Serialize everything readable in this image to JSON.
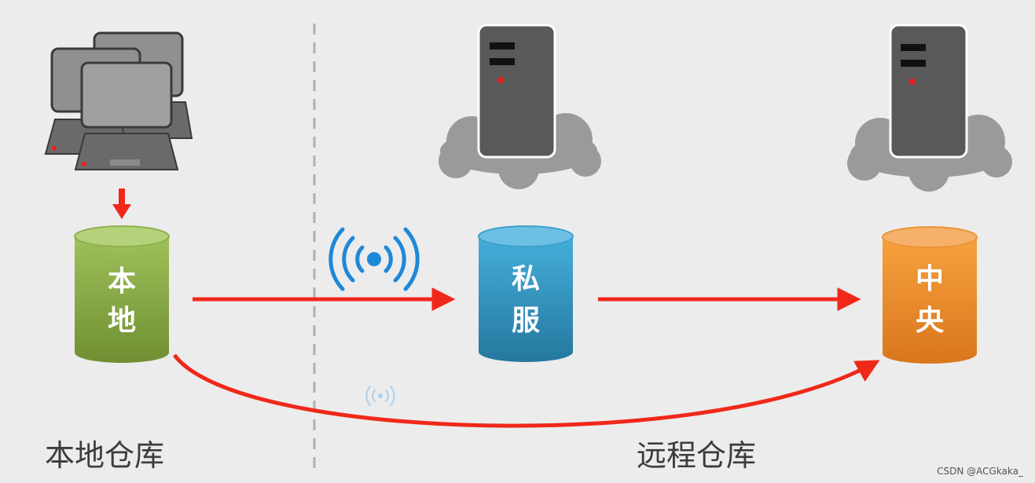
{
  "nodes": {
    "local": {
      "char1": "本",
      "char2": "地",
      "color": "#7fa63c"
    },
    "private": {
      "char1": "私",
      "char2": "服",
      "color": "#2f93be"
    },
    "central": {
      "char1": "中",
      "char2": "央",
      "color": "#f08a2a"
    }
  },
  "sections": {
    "local_label": "本地仓库",
    "remote_label": "远程仓库"
  },
  "watermark": "CSDN @ACGkaka_",
  "colors": {
    "arrow": "#f0281a",
    "server": "#595959",
    "cloud": "#9a9a9a",
    "wifi": "#1e88d8",
    "divider": "#b0b0b0"
  },
  "icons": [
    "computer-cluster-icon",
    "server-icon",
    "cloud-icon",
    "wifi-signal-icon"
  ]
}
